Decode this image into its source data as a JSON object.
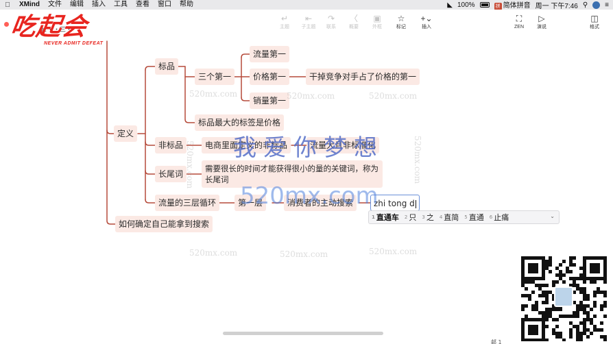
{
  "menubar": {
    "app": "XMind",
    "items": [
      "文件",
      "编辑",
      "插入",
      "工具",
      "查看",
      "窗口",
      "帮助"
    ],
    "battery": "100%",
    "input_method": "简体拼音",
    "input_badge": "拼",
    "clock": "周一 下午7:46"
  },
  "toolbar": {
    "doc_title": "ビ・・三・",
    "buttons": [
      {
        "label": "主题",
        "icon": "topic-icon"
      },
      {
        "label": "子主题",
        "icon": "subtopic-icon"
      },
      {
        "label": "联系",
        "icon": "relationship-icon"
      },
      {
        "label": "概要",
        "icon": "summary-icon"
      },
      {
        "label": "外框",
        "icon": "boundary-icon"
      },
      {
        "label": "标记",
        "icon": "star-icon"
      },
      {
        "label": "插入",
        "icon": "plus-icon"
      }
    ],
    "zen_label": "ZEN",
    "present_label": "演说",
    "format_label": "格式"
  },
  "logo": {
    "text": "吃起会",
    "subtitle": "NEVER ADMIT DEFEAT"
  },
  "mindmap": {
    "dingyi": "定义",
    "biaopin": "标品",
    "sange_diyi": "三个第一",
    "liuliang_diyi": "流量第一",
    "jiage_diyi": "价格第一",
    "jiage_desc": "干掉竞争对手占了价格的第一",
    "xiaoliang_diyi": "销量第一",
    "biaopin_max": "标品最大的标签是价格",
    "feibiaopin": "非标品",
    "feibiaopin_def": "电商里面定义的非标品",
    "feibiaopin_liuliang": "流量大且非标准化",
    "changweici": "长尾词",
    "changweici_def": "需要很长的时间才能获得很小的量的关键词，称为长尾词",
    "sanceng": "流量的三层循环",
    "diyiceng": "第一层",
    "zhudong": "消费者的主动搜索",
    "editing_text": "zhi tong d",
    "ruhe": "如何确定自己能拿到搜索"
  },
  "ime": {
    "candidates": [
      {
        "n": "1",
        "text": "直通车"
      },
      {
        "n": "2",
        "text": "只"
      },
      {
        "n": "3",
        "text": "之"
      },
      {
        "n": "4",
        "text": "直简"
      },
      {
        "n": "5",
        "text": "直通"
      },
      {
        "n": "6",
        "text": "止痛"
      }
    ]
  },
  "watermarks": {
    "site": "520mx.com",
    "big_cn": "我爱你梦想",
    "big_url": "520mx.com"
  },
  "footer": {
    "page": "邮 1"
  }
}
